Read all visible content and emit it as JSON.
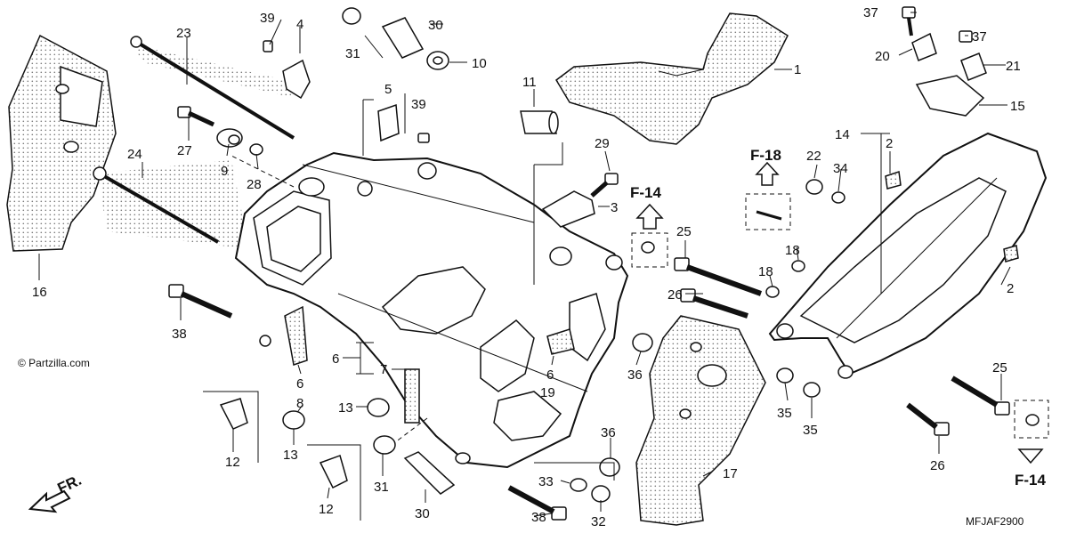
{
  "diagram": {
    "watermark": "© Partzilla.com",
    "diagram_code": "MFJAF2900",
    "front_arrow_label": "FR.",
    "ref_labels": [
      {
        "id": "f18",
        "text": "F-18"
      },
      {
        "id": "f14a",
        "text": "F-14"
      },
      {
        "id": "f14b",
        "text": "F-14"
      }
    ],
    "callouts": [
      {
        "id": "c39a",
        "text": "39"
      },
      {
        "id": "c4",
        "text": "4"
      },
      {
        "id": "c31a",
        "text": "31"
      },
      {
        "id": "c30a",
        "text": "30"
      },
      {
        "id": "c10",
        "text": "10"
      },
      {
        "id": "c1",
        "text": "1"
      },
      {
        "id": "c37a",
        "text": "37"
      },
      {
        "id": "c37b",
        "text": "37"
      },
      {
        "id": "c20",
        "text": "20"
      },
      {
        "id": "c21",
        "text": "21"
      },
      {
        "id": "c15",
        "text": "15"
      },
      {
        "id": "c23",
        "text": "23"
      },
      {
        "id": "c5",
        "text": "5"
      },
      {
        "id": "c39b",
        "text": "39"
      },
      {
        "id": "c11",
        "text": "11"
      },
      {
        "id": "c27",
        "text": "27"
      },
      {
        "id": "c9",
        "text": "9"
      },
      {
        "id": "c28",
        "text": "28"
      },
      {
        "id": "c29",
        "text": "29"
      },
      {
        "id": "c3",
        "text": "3"
      },
      {
        "id": "c14",
        "text": "14"
      },
      {
        "id": "c2a",
        "text": "2"
      },
      {
        "id": "c22",
        "text": "22"
      },
      {
        "id": "c34",
        "text": "34"
      },
      {
        "id": "c24",
        "text": "24"
      },
      {
        "id": "c25a",
        "text": "25"
      },
      {
        "id": "c18a",
        "text": "18"
      },
      {
        "id": "c18b",
        "text": "18"
      },
      {
        "id": "c26a",
        "text": "26"
      },
      {
        "id": "c2b",
        "text": "2"
      },
      {
        "id": "c16",
        "text": "16"
      },
      {
        "id": "c38a",
        "text": "38"
      },
      {
        "id": "c6a",
        "text": "6"
      },
      {
        "id": "c7",
        "text": "7"
      },
      {
        "id": "c36a",
        "text": "36"
      },
      {
        "id": "c6b",
        "text": "6"
      },
      {
        "id": "c19",
        "text": "19"
      },
      {
        "id": "c6c",
        "text": "6"
      },
      {
        "id": "c8",
        "text": "8"
      },
      {
        "id": "c13a",
        "text": "13"
      },
      {
        "id": "c13b",
        "text": "13"
      },
      {
        "id": "c12a",
        "text": "12"
      },
      {
        "id": "c12b",
        "text": "12"
      },
      {
        "id": "c31b",
        "text": "31"
      },
      {
        "id": "c30b",
        "text": "30"
      },
      {
        "id": "c36b",
        "text": "36"
      },
      {
        "id": "c33",
        "text": "33"
      },
      {
        "id": "c38b",
        "text": "38"
      },
      {
        "id": "c32",
        "text": "32"
      },
      {
        "id": "c17",
        "text": "17"
      },
      {
        "id": "c35a",
        "text": "35"
      },
      {
        "id": "c35b",
        "text": "35"
      },
      {
        "id": "c25b",
        "text": "25"
      },
      {
        "id": "c26b",
        "text": "26"
      }
    ]
  }
}
